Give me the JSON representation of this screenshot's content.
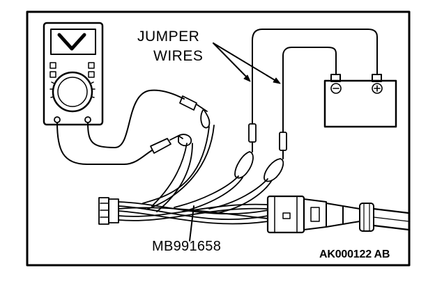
{
  "labels": {
    "jumper_wires_line1": "JUMPER",
    "jumper_wires_line2": "WIRES",
    "harness_tool": "MB991658",
    "figure_code": "AK000122 AB"
  },
  "battery": {
    "negative_symbol": "⊖",
    "positive_symbol": "⊕"
  },
  "colors": {
    "line": "#000000",
    "background": "#ffffff"
  }
}
